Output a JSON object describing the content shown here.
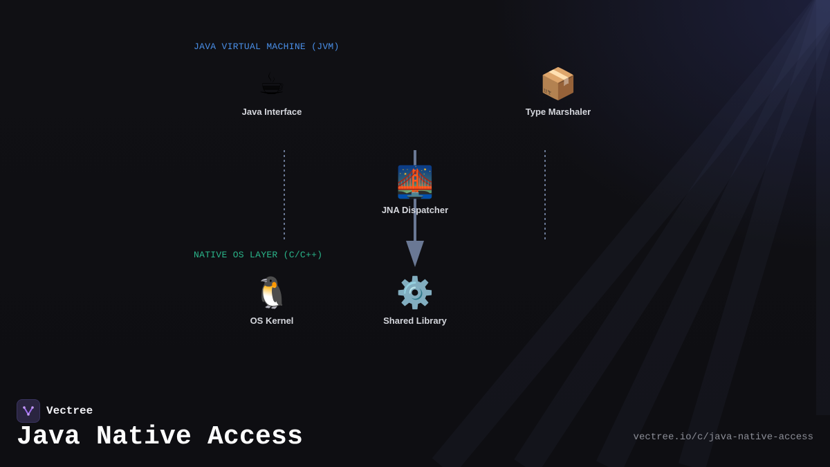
{
  "layers": {
    "jvm": "JAVA VIRTUAL MACHINE (JVM)",
    "native": "NATIVE OS LAYER (C/C++)"
  },
  "nodes": {
    "java_interface": {
      "icon": "☕",
      "label": "Java Interface"
    },
    "type_marshaler": {
      "icon": "📦",
      "label": "Type Marshaler"
    },
    "jna_dispatcher": {
      "icon": "🌉",
      "label": "JNA Dispatcher"
    },
    "os_kernel": {
      "icon": "🐧",
      "label": "OS Kernel"
    },
    "shared_library": {
      "icon": "⚙️",
      "label": "Shared Library"
    }
  },
  "brand": {
    "name": "Vectree",
    "logo_icon": "vectree-logo-icon"
  },
  "page": {
    "title": "Java Native Access",
    "url": "vectree.io/c/java-native-access"
  },
  "colors": {
    "jvm_label": "#4a8fe8",
    "native_label": "#2ab58a",
    "connector": "#6a7894",
    "logo_accent": "#a06cf0"
  }
}
